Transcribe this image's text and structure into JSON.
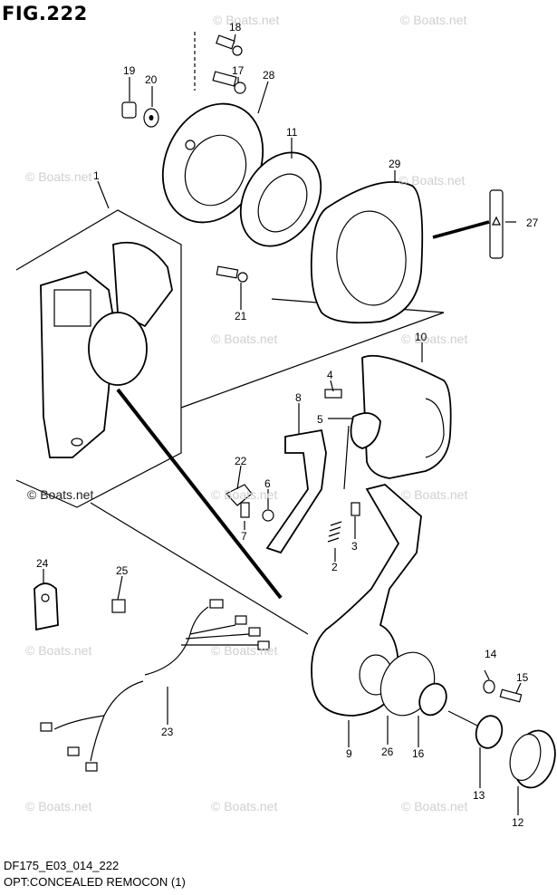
{
  "figure": {
    "title": "FIG.222",
    "code": "DF175_E03_014_222",
    "caption": "OPT:CONCEALED REMOCON (1)"
  },
  "watermark_text": "© Boats.net",
  "part_callouts": [
    {
      "id": "c1",
      "label": "1"
    },
    {
      "id": "c2",
      "label": "2"
    },
    {
      "id": "c3",
      "label": "3"
    },
    {
      "id": "c4",
      "label": "4"
    },
    {
      "id": "c5",
      "label": "5"
    },
    {
      "id": "c6",
      "label": "6"
    },
    {
      "id": "c7",
      "label": "7"
    },
    {
      "id": "c8",
      "label": "8"
    },
    {
      "id": "c9",
      "label": "9"
    },
    {
      "id": "c10",
      "label": "10"
    },
    {
      "id": "c11",
      "label": "11"
    },
    {
      "id": "c12",
      "label": "12"
    },
    {
      "id": "c13",
      "label": "13"
    },
    {
      "id": "c14",
      "label": "14"
    },
    {
      "id": "c15",
      "label": "15"
    },
    {
      "id": "c16",
      "label": "16"
    },
    {
      "id": "c17",
      "label": "17"
    },
    {
      "id": "c18",
      "label": "18"
    },
    {
      "id": "c19",
      "label": "19"
    },
    {
      "id": "c20",
      "label": "20"
    },
    {
      "id": "c21",
      "label": "21"
    },
    {
      "id": "c22",
      "label": "22"
    },
    {
      "id": "c23",
      "label": "23"
    },
    {
      "id": "c24",
      "label": "24"
    },
    {
      "id": "c25",
      "label": "25"
    },
    {
      "id": "c26",
      "label": "26"
    },
    {
      "id": "c27",
      "label": "27"
    },
    {
      "id": "c28",
      "label": "28"
    },
    {
      "id": "c29",
      "label": "29"
    }
  ]
}
